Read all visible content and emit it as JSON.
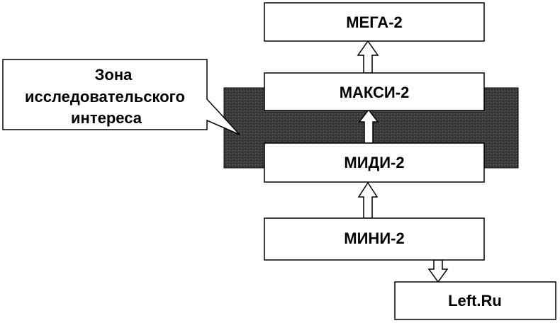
{
  "callout": {
    "lines": [
      "Зона",
      "исследовательского",
      "интереса"
    ]
  },
  "nodes": {
    "mega": "МЕГА-2",
    "maxi": "МАКСИ-2",
    "midi": "МИДИ-2",
    "mini": "МИНИ-2",
    "left": "Left.Ru"
  },
  "colors": {
    "zone_fill": "#3a3a3a",
    "box_fill": "#ffffff",
    "stroke": "#000000"
  }
}
